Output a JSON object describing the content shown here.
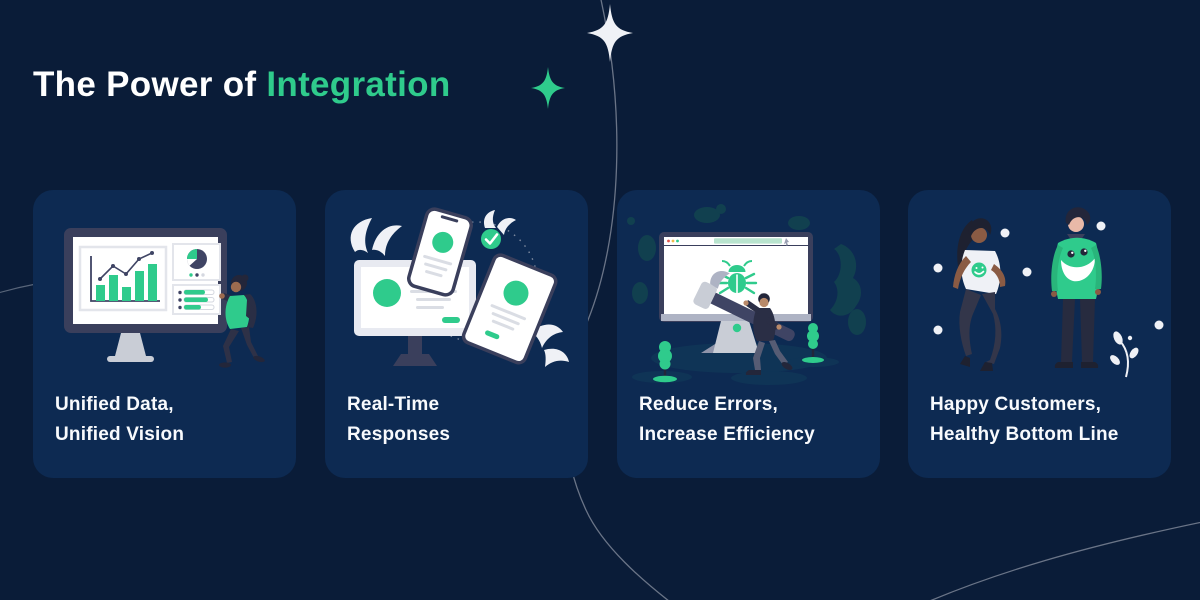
{
  "theme": {
    "background": "#0A1C38",
    "card_background": "#0D2A52",
    "accent_green": "#2FCB8C",
    "title_white": "#FFFFFF",
    "illustration_slate": "#3A3F5C",
    "decorative_line": "#B9BEC9"
  },
  "header": {
    "title_prefix": "The Power of",
    "title_highlight": "Integration",
    "decorations": [
      {
        "icon": "green-sparkle-icon",
        "color": "#2FCB8C"
      },
      {
        "icon": "white-sparkle-icon",
        "color": "#EFF1F6"
      }
    ]
  },
  "cards": [
    {
      "id": "unified-data",
      "caption_line1": "Unified Data,",
      "caption_line2": "Unified Vision",
      "illustration": "monitor-analytics-with-presenter",
      "illustration_icons": [
        "monitor-icon",
        "bar-chart-icon",
        "pie-chart-icon",
        "list-icon",
        "presenter-person"
      ]
    },
    {
      "id": "real-time",
      "caption_line1": "Real-Time",
      "caption_line2": "Responses",
      "illustration": "synced-devices-with-check",
      "illustration_icons": [
        "monitor-icon",
        "phone-icon",
        "tablet-icon",
        "check-icon",
        "leaf-icon"
      ]
    },
    {
      "id": "reduce-errors",
      "caption_line1": "Reduce Errors,",
      "caption_line2": "Increase Efficiency",
      "illustration": "bug-fixing-with-hammer",
      "illustration_icons": [
        "browser-icon",
        "bug-icon",
        "hammer-icon",
        "fixer-person",
        "tree-icon"
      ]
    },
    {
      "id": "happy-customers",
      "caption_line1": "Happy Customers,",
      "caption_line2": "Healthy Bottom Line",
      "illustration": "happy-customers-pair",
      "illustration_icons": [
        "woman-figure",
        "man-figure",
        "smiley-icon",
        "plant-icon"
      ]
    }
  ]
}
